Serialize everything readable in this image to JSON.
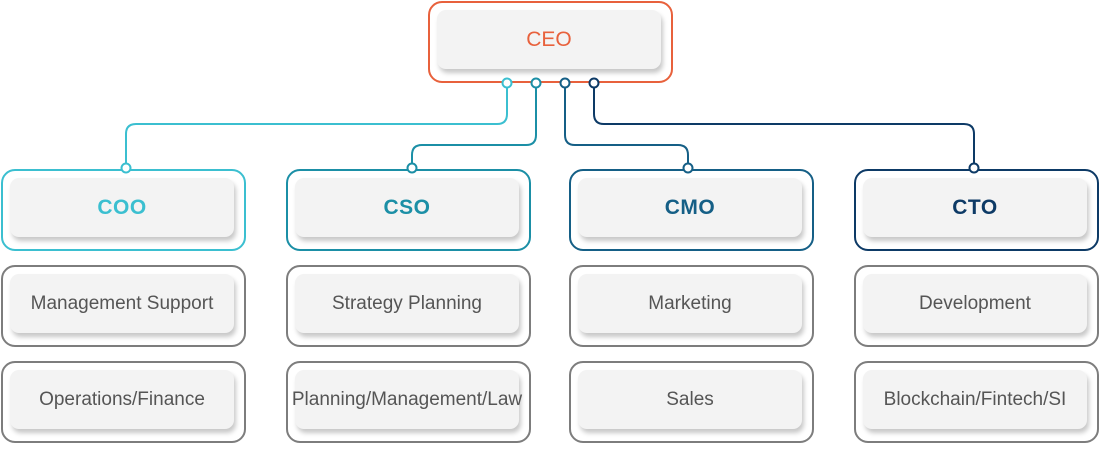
{
  "colors": {
    "ceo": "#e8613c",
    "coo": "#3bbfd0",
    "cso": "#1b8fa6",
    "cmo": "#155f86",
    "cto": "#0d3a66",
    "sub_border": "#7d7d7d",
    "sub_text": "#555555"
  },
  "ceo": {
    "label": "CEO"
  },
  "divisions": [
    {
      "key": "coo",
      "label": "COO",
      "departments": [
        "Management Support",
        "Operations/Finance"
      ]
    },
    {
      "key": "cso",
      "label": "CSO",
      "departments": [
        "Strategy Planning",
        "Planning/Management/Law"
      ]
    },
    {
      "key": "cmo",
      "label": "CMO",
      "departments": [
        "Marketing",
        "Sales"
      ]
    },
    {
      "key": "cto",
      "label": "CTO",
      "departments": [
        "Development",
        "Blockchain/Fintech/SI"
      ]
    }
  ]
}
